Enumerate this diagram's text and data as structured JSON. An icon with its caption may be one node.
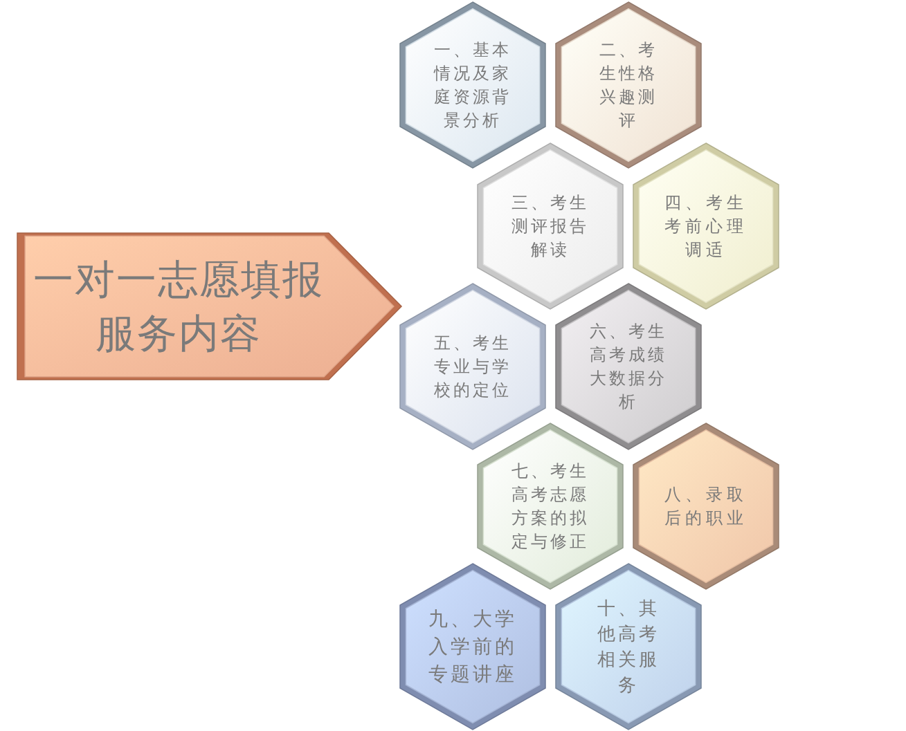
{
  "diagram": {
    "nodes": [
      {
        "text": [
          "一对一志愿填报服务内容"
        ]
      },
      {
        "text": [
          "一、基本情况及家庭资源背景分析"
        ]
      },
      {
        "text": [
          "二、考生性格兴趣测评"
        ]
      },
      {
        "text": [
          "三、考生测评报告解读"
        ]
      },
      {
        "text": [
          "四、考生考前心理调适"
        ]
      },
      {
        "text": [
          "五、考生专业与学校的定位"
        ]
      },
      {
        "text": [
          "六、考生高考成绩大数据分析"
        ]
      },
      {
        "text": [
          "七、考生高考志愿方案的拟定与修正"
        ]
      },
      {
        "text": [
          "八、录取后的职业"
        ]
      },
      {
        "text": [
          "九、大学入学前的专题讲座"
        ]
      },
      {
        "text": [
          "十、其他高考相关服务"
        ]
      }
    ]
  }
}
